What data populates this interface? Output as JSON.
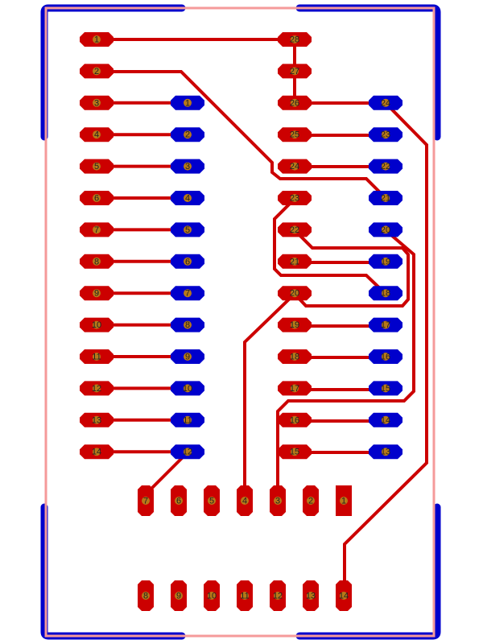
{
  "colors": {
    "top_copper": "#cc0000",
    "bottom_copper": "#0000cc",
    "drill": "#b87818",
    "outline": "#f59a9a",
    "background": "#ffffff"
  },
  "pads": {
    "left_red": [
      "1",
      "2",
      "3",
      "4",
      "5",
      "6",
      "7",
      "8",
      "9",
      "10",
      "11",
      "12",
      "13",
      "14"
    ],
    "left_blue": [
      "1",
      "2",
      "3",
      "4",
      "5",
      "6",
      "7",
      "8",
      "9",
      "10",
      "11",
      "12"
    ],
    "right_red": [
      "28",
      "27",
      "26",
      "25",
      "24",
      "23",
      "22",
      "21",
      "20",
      "19",
      "18",
      "17",
      "16",
      "15"
    ],
    "right_blue": [
      "24",
      "23",
      "22",
      "21",
      "20",
      "19",
      "18",
      "17",
      "16",
      "15",
      "14",
      "13"
    ],
    "bottom_top_row": [
      "7",
      "6",
      "5",
      "4",
      "3",
      "2",
      "1"
    ],
    "bottom_bottom_row": [
      "8",
      "9",
      "10",
      "11",
      "12",
      "13",
      "14"
    ]
  }
}
